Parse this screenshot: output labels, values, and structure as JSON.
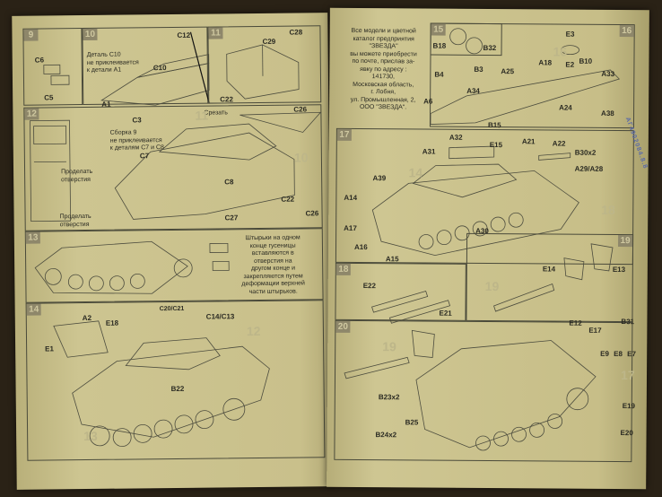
{
  "left_page": {
    "steps": [
      "9",
      "10",
      "11",
      "12",
      "13",
      "14"
    ],
    "sub_numbers": [
      "11",
      "10",
      "12",
      "13"
    ],
    "notes": {
      "c10": "Деталь С10\nне приклеивается\nк детали А1",
      "assembly": "Сборка 9\nне приклеивается\nк деталям С7 и С8",
      "drill1": "Проделать\nотверстия",
      "drill2": "Проделать\nотверстия",
      "cut": "Срезать",
      "tracks": "Штырьки на одном\nконце гусеницы\nвставляются в\nотверстия на\nдругом конце и\nзакрепляются путем\nдеформации верхней\nчасти штырьков."
    },
    "labels": [
      "C6",
      "C5",
      "C10",
      "C12",
      "A1",
      "C29",
      "C28",
      "C22",
      "C3",
      "C26",
      "C7",
      "C8",
      "C22",
      "C26",
      "C27",
      "A2",
      "E18",
      "C20/C21",
      "C14/C13",
      "E1",
      "B22"
    ]
  },
  "right_page": {
    "steps": [
      "15",
      "16",
      "17",
      "18",
      "19",
      "20"
    ],
    "sub_numbers": [
      "16",
      "14",
      "18",
      "19",
      "17"
    ],
    "info_text": "Все модели и цветной\nкаталог предприятия\n\"ЗВЕЗДА\"\nвы можете приобрести\nпо почте, прислав за-\nявку по адресу :\n141730,\nМосковская область,\nг. Лобня,\nул. Промышленная, 2,\nООО \"ЗВЕЗДА\".",
    "stamp": "АГ4902084.8.8",
    "labels": [
      "B18",
      "B32",
      "E3",
      "B4",
      "B3",
      "A25",
      "A18",
      "E2",
      "B10",
      "A33",
      "A6",
      "A34",
      "A24",
      "A38",
      "B15",
      "A31",
      "A32",
      "E15",
      "A21",
      "A22",
      "B30x2",
      "A29/A28",
      "A39",
      "A14",
      "A17",
      "A30",
      "A16",
      "A15",
      "E14",
      "E13",
      "E22",
      "E21",
      "E12",
      "E17",
      "B31",
      "E9",
      "E8",
      "E7",
      "B23x2",
      "B24x2",
      "B25",
      "E19",
      "E20"
    ]
  }
}
